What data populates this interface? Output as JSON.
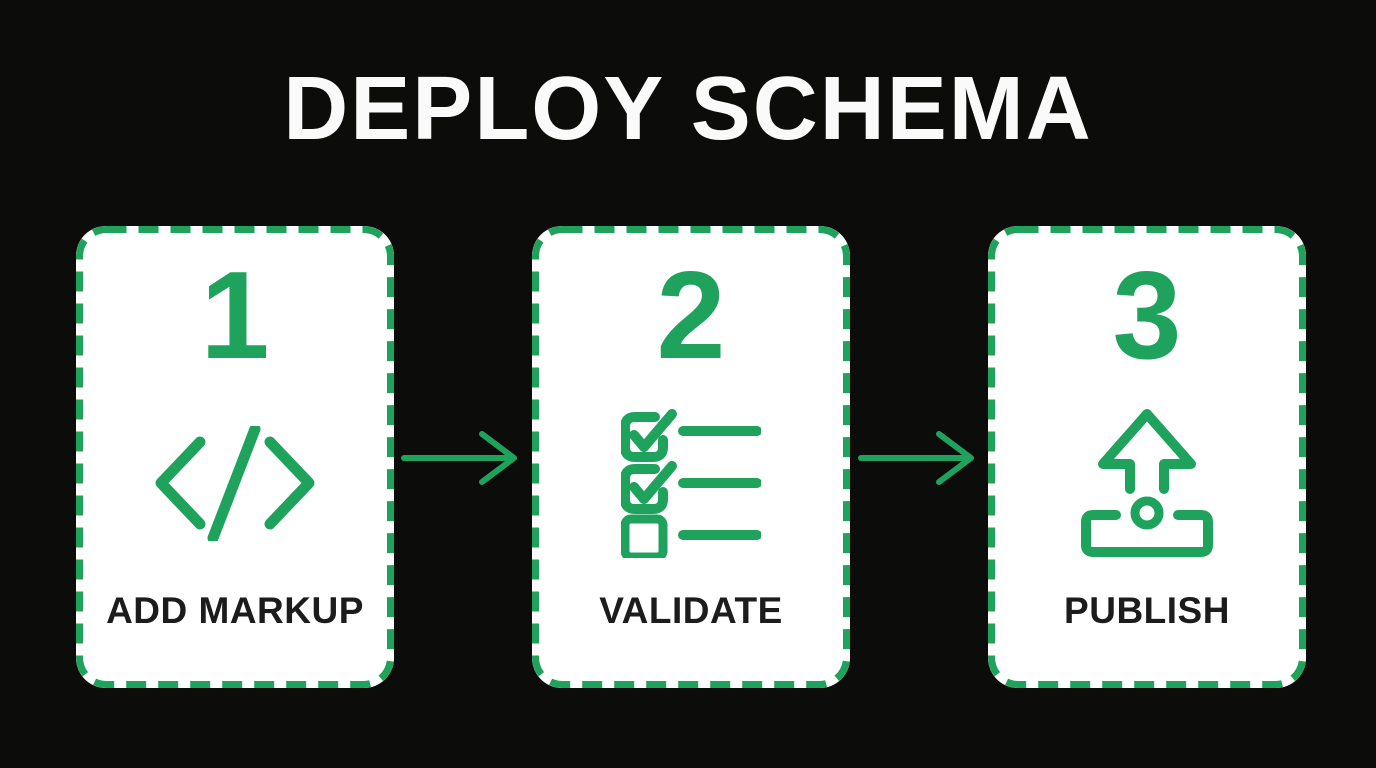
{
  "title": "DEPLOY SCHEMA",
  "colors": {
    "background": "#0c0c0a",
    "accent": "#1fa35c",
    "card": "#ffffff",
    "label": "#1c1c1c",
    "title": "#fafafa"
  },
  "steps": [
    {
      "number": "1",
      "label": "ADD MARKUP",
      "icon": "code-icon"
    },
    {
      "number": "2",
      "label": "VALIDATE",
      "icon": "checklist-icon"
    },
    {
      "number": "3",
      "label": "PUBLISH",
      "icon": "upload-icon"
    }
  ],
  "arrows": [
    {
      "direction": "right"
    },
    {
      "direction": "right"
    }
  ]
}
